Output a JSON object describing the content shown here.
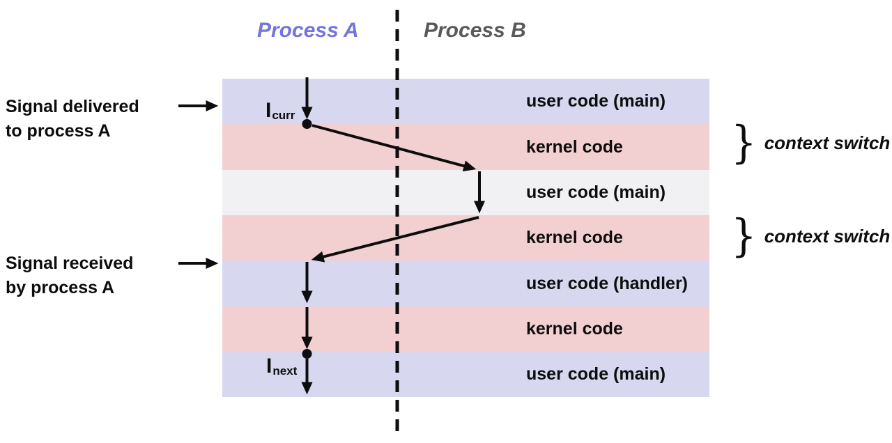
{
  "header": {
    "process_a": "Process A",
    "process_b": "Process B"
  },
  "colors": {
    "user_band": "#d7d7f0",
    "user_band_other": "#f1f1f3",
    "kernel_band": "#f2d0d1",
    "process_a_label": "#7474DC",
    "process_b_label": "#595959",
    "line_color": "#0d0d0d"
  },
  "bands": [
    {
      "label": "user code (main)"
    },
    {
      "label": "kernel code"
    },
    {
      "label": "user code (main)"
    },
    {
      "label": "kernel code"
    },
    {
      "label": "user code (handler)"
    },
    {
      "label": "kernel code"
    },
    {
      "label": "user code (main)"
    }
  ],
  "annotations": {
    "left": [
      {
        "line1": "Signal delivered",
        "line2": "to process A"
      },
      {
        "line1": "Signal received",
        "line2": "by process A"
      }
    ],
    "right": [
      {
        "brace": "}",
        "label": "context switch"
      },
      {
        "brace": "}",
        "label": "context switch"
      }
    ]
  },
  "instructions": {
    "icurr": {
      "base": "I",
      "sub": "curr"
    },
    "inext": {
      "base": "I",
      "sub": "next"
    }
  }
}
